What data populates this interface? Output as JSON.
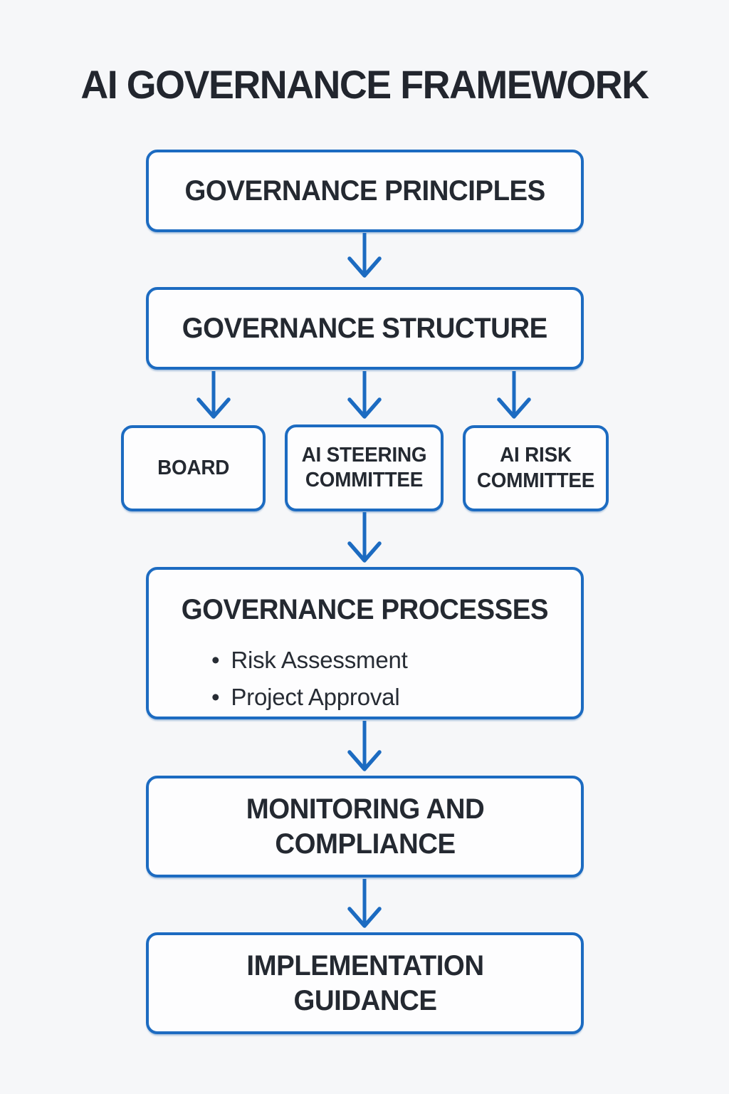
{
  "title": "AI GOVERNANCE FRAMEWORK",
  "colors": {
    "accent_blue": "#1c6bc1",
    "background": "#f6f7f9",
    "box_fill": "#fdfdfe",
    "text": "#242931"
  },
  "nodes": {
    "principles": {
      "label": "GOVERNANCE PRINCIPLES"
    },
    "structure": {
      "label": "GOVERNANCE STRUCTURE"
    },
    "board": {
      "label": "BOARD"
    },
    "steering": {
      "label": "AI STEERING COMMITTEE"
    },
    "risk": {
      "label": "AI RISK COMMITTEE"
    },
    "processes": {
      "label": "GOVERNANCE PROCESSES",
      "bullets": [
        "Risk Assessment",
        "Project Approval"
      ]
    },
    "monitoring": {
      "label": "MONITORING AND COMPLIANCE"
    },
    "implementation": {
      "label": "IMPLEMENTATION GUIDANCE"
    }
  }
}
